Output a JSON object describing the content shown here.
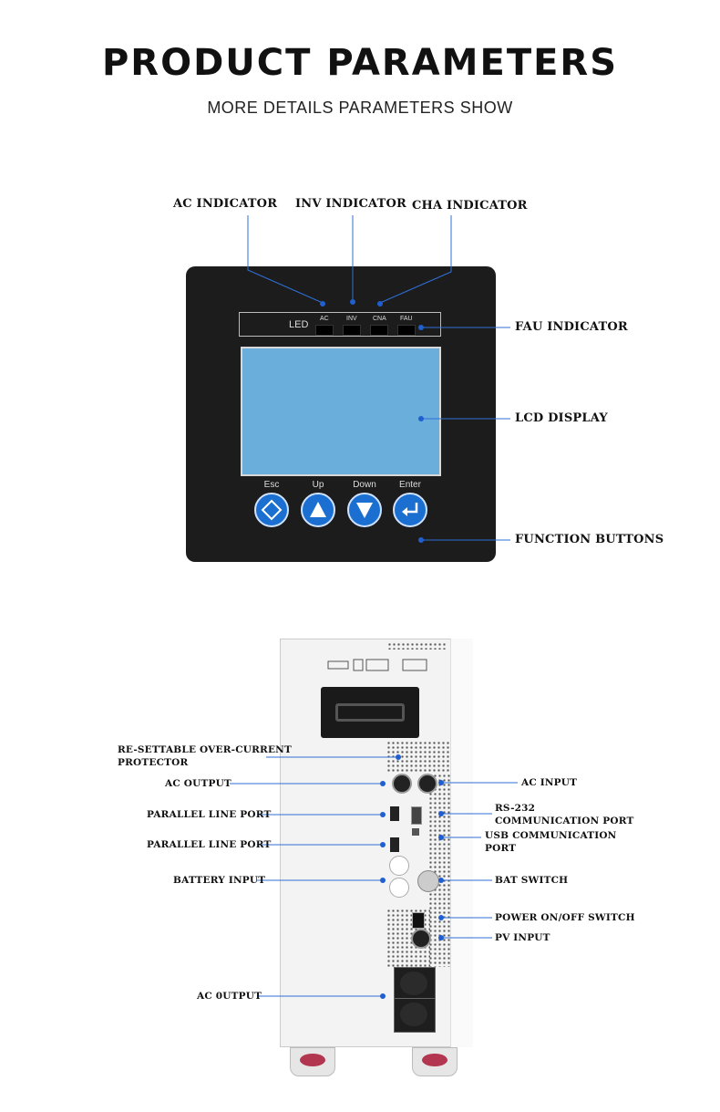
{
  "header": {
    "title": "PRODUCT PARAMETERS",
    "subtitle": "MORE DETAILS PARAMETERS SHOW"
  },
  "panel": {
    "led_title": "LED",
    "led_labels": [
      "AC",
      "INV",
      "CNA",
      "FAU"
    ],
    "buttons": [
      {
        "label": "Esc",
        "icon": "diamond-icon"
      },
      {
        "label": "Up",
        "icon": "up-triangle-icon"
      },
      {
        "label": "Down",
        "icon": "down-triangle-icon"
      },
      {
        "label": "Enter",
        "icon": "enter-arrow-icon"
      }
    ],
    "callouts": {
      "ac_indicator": "AC INDICATOR",
      "inv_indicator": "INV INDICATOR",
      "cha_indicator": "CHA INDICATOR",
      "fau_indicator": "FAU INDICATOR",
      "lcd_display": "LCD DISPLAY",
      "function_buttons": "FUNCTION BUTTONS"
    }
  },
  "device": {
    "callouts_left": {
      "resettable_1": "RE-SETTABLE OVER-CURRENT",
      "resettable_2": "PROTECTOR",
      "ac_output_top": "AC OUTPUT",
      "parallel_1": "PARALLEL LINE PORT",
      "parallel_2": "PARALLEL LINE PORT",
      "battery_input": "BATTERY INPUT",
      "ac_output_bottom": "AC 0UTPUT"
    },
    "callouts_right": {
      "ac_input": "AC INPUT",
      "rs232_1": "RS-232",
      "rs232_2": "COMMUNICATION PORT",
      "usb_1": "USB COMMUNICATION",
      "usb_2": "PORT",
      "bat_switch": "BAT SWITCH",
      "power_switch": "POWER ON/OFF SWITCH",
      "pv_input": "PV INPUT"
    }
  },
  "colors": {
    "accent_line": "#2f6fd6",
    "dot": "#1f5fd0",
    "panel_bg": "#1c1c1c",
    "lcd": "#6aaedb",
    "button": "#1a6fd1"
  }
}
